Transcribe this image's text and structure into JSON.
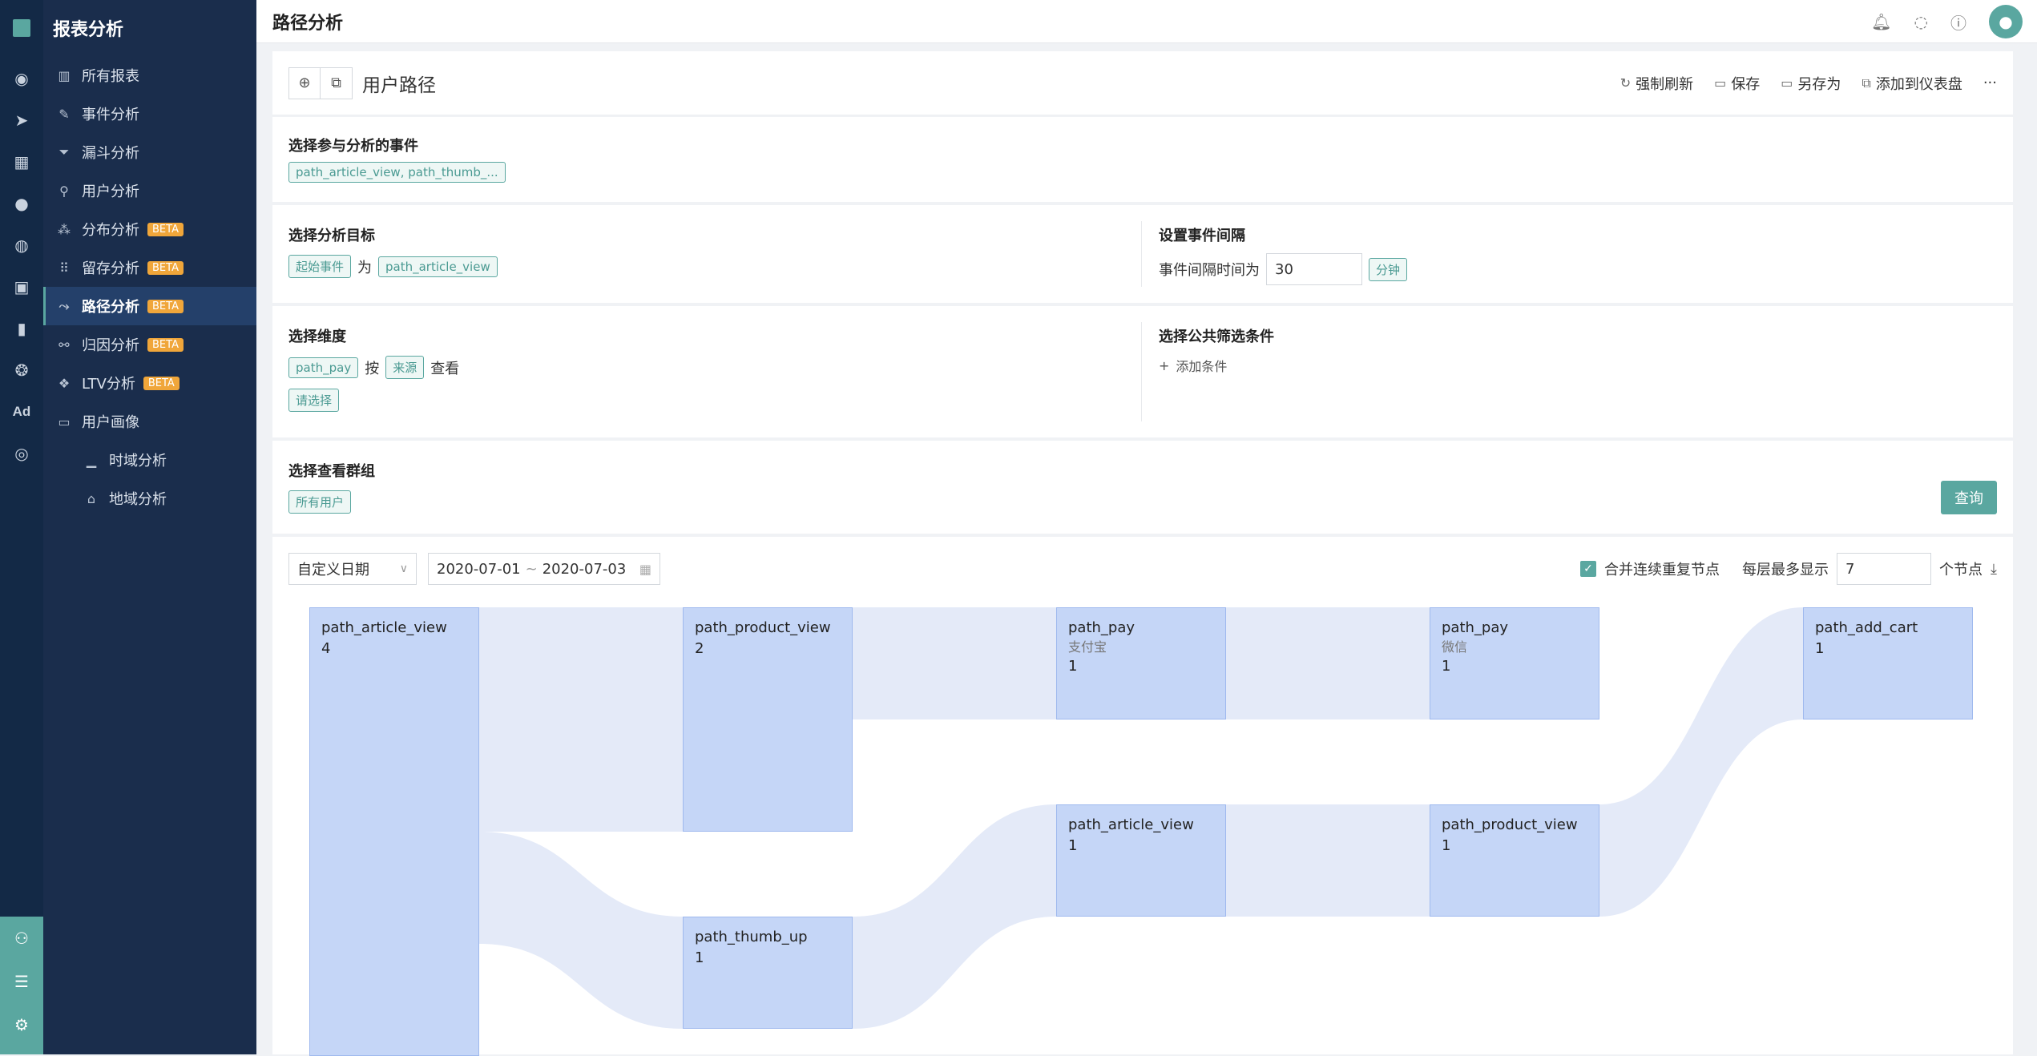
{
  "sidebar": {
    "title": "报表分析",
    "items": [
      {
        "label": "所有报表",
        "icon": "bar-chart-icon",
        "beta": ""
      },
      {
        "label": "事件分析",
        "icon": "edit-icon",
        "beta": ""
      },
      {
        "label": "漏斗分析",
        "icon": "funnel-icon",
        "beta": ""
      },
      {
        "label": "用户分析",
        "icon": "user-icon",
        "beta": ""
      },
      {
        "label": "分布分析",
        "icon": "distribution-icon",
        "beta": "BETA"
      },
      {
        "label": "留存分析",
        "icon": "retention-icon",
        "beta": "BETA"
      },
      {
        "label": "路径分析",
        "icon": "path-icon",
        "beta": "BETA"
      },
      {
        "label": "归因分析",
        "icon": "attribution-icon",
        "beta": "BETA"
      },
      {
        "label": "LTV分析",
        "icon": "ltv-icon",
        "beta": "BETA"
      },
      {
        "label": "用户画像",
        "icon": "folder-icon",
        "beta": ""
      },
      {
        "label": "时域分析",
        "icon": "line-chart-icon",
        "beta": ""
      },
      {
        "label": "地域分析",
        "icon": "region-icon",
        "beta": ""
      }
    ]
  },
  "rail": {
    "ad_label": "Ad"
  },
  "header": {
    "page_title": "路径分析"
  },
  "analysis": {
    "title": "用户路径",
    "actions": {
      "refresh": "强制刷新",
      "save": "保存",
      "save_as": "另存为",
      "add_dashboard": "添加到仪表盘",
      "more": "···"
    }
  },
  "events_section": {
    "title": "选择参与分析的事件",
    "tag": "path_article_view, path_thumb_..."
  },
  "target_section": {
    "title": "选择分析目标",
    "start_tag": "起始事件",
    "as_text": "为",
    "event_tag": "path_article_view"
  },
  "interval_section": {
    "title": "设置事件间隔",
    "label": "事件间隔时间为",
    "value": "30",
    "unit_tag": "分钟"
  },
  "dimension_section": {
    "title": "选择维度",
    "event_tag": "path_pay",
    "by_text": "按",
    "source_tag": "来源",
    "view_text": "查看",
    "select_tag": "请选择"
  },
  "filter_section": {
    "title": "选择公共筛选条件",
    "add_label": "添加条件"
  },
  "group_section": {
    "title": "选择查看群组",
    "group_tag": "所有用户",
    "query_label": "查询"
  },
  "toolbar": {
    "date_mode": "自定义日期",
    "date_start": "2020-07-01",
    "date_sep": "~",
    "date_end": "2020-07-03",
    "merge_label": "合并连续重复节点",
    "max_label": "每层最多显示",
    "max_value": "7",
    "unit_label": "个节点"
  },
  "chart_data": {
    "type": "sankey",
    "nodes": [
      {
        "id": "n1",
        "name": "path_article_view",
        "sub": "",
        "value": 4,
        "layer": 0
      },
      {
        "id": "n2",
        "name": "path_product_view",
        "sub": "",
        "value": 2,
        "layer": 1
      },
      {
        "id": "n3",
        "name": "path_thumb_up",
        "sub": "",
        "value": 1,
        "layer": 1
      },
      {
        "id": "n4",
        "name": "path_pay",
        "sub": "支付宝",
        "value": 1,
        "layer": 2
      },
      {
        "id": "n5",
        "name": "path_article_view",
        "sub": "",
        "value": 1,
        "layer": 2
      },
      {
        "id": "n6",
        "name": "path_pay",
        "sub": "微信",
        "value": 1,
        "layer": 3
      },
      {
        "id": "n7",
        "name": "path_product_view",
        "sub": "",
        "value": 1,
        "layer": 3
      },
      {
        "id": "n8",
        "name": "path_add_cart",
        "sub": "",
        "value": 1,
        "layer": 4
      }
    ],
    "links": [
      {
        "source": "n1",
        "target": "n2",
        "value": 2
      },
      {
        "source": "n1",
        "target": "n3",
        "value": 1
      },
      {
        "source": "n2",
        "target": "n4",
        "value": 1
      },
      {
        "source": "n3",
        "target": "n5",
        "value": 1
      },
      {
        "source": "n4",
        "target": "n6",
        "value": 1
      },
      {
        "source": "n5",
        "target": "n7",
        "value": 1
      },
      {
        "source": "n7",
        "target": "n8",
        "value": 1
      }
    ]
  }
}
